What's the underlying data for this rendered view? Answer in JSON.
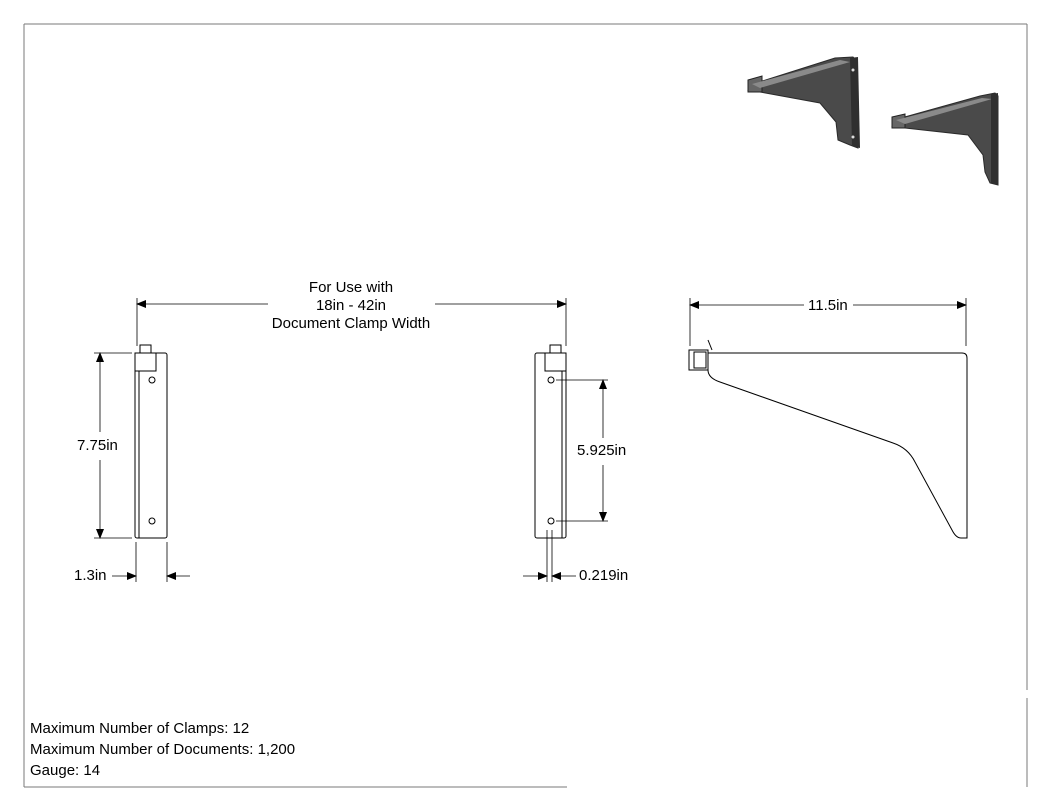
{
  "clamp_width": {
    "line1": "For Use with",
    "line2": "18in - 42in",
    "line3": "Document Clamp Width"
  },
  "dimensions": {
    "side_height": "7.75in",
    "side_width": "1.3in",
    "hole_spacing": "5.925in",
    "thickness": "0.219in",
    "depth": "11.5in"
  },
  "specs": {
    "max_clamps": "Maximum Number of Clamps: 12",
    "max_documents": "Maximum Number of Documents: 1,200",
    "gauge": "Gauge: 14"
  }
}
